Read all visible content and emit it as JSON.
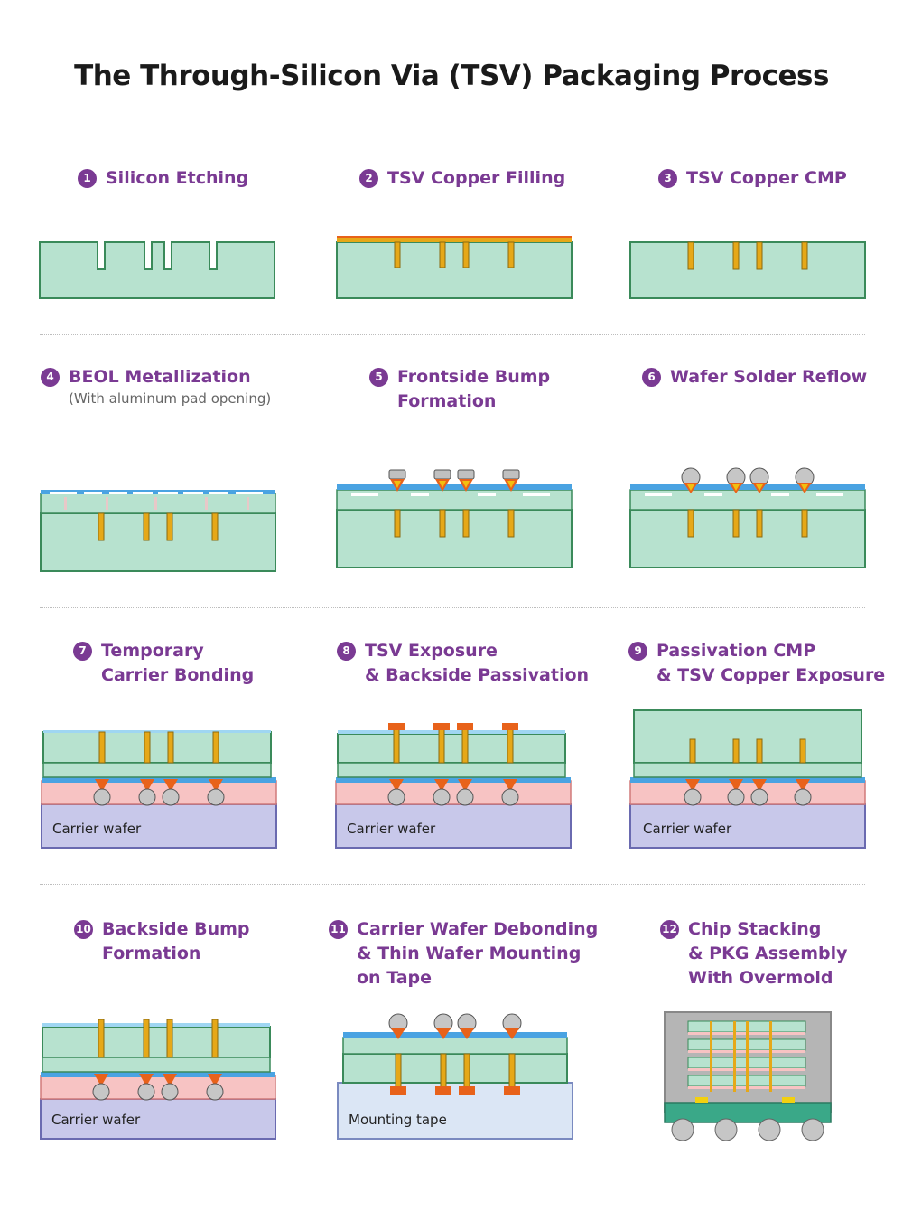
{
  "title": "The Through-Silicon Via (TSV) Packaging Process",
  "colors": {
    "accent": "#7a3a93",
    "silicon": "#b7e2cf",
    "copper": "#e6a818",
    "carrier": "#c8c8ea",
    "adhesive": "#f7c3c3",
    "passivation": "#4aa3e2"
  },
  "steps": [
    {
      "num": "1",
      "label": "Silicon Etching"
    },
    {
      "num": "2",
      "label": "TSV Copper Filling"
    },
    {
      "num": "3",
      "label": "TSV Copper CMP"
    },
    {
      "num": "4",
      "label": "BEOL Metallization",
      "sub": "(With aluminum pad opening)"
    },
    {
      "num": "5",
      "label": "Frontside Bump",
      "label2": "Formation"
    },
    {
      "num": "6",
      "label": "Wafer Solder Reflow"
    },
    {
      "num": "7",
      "label": "Temporary",
      "label2": "Carrier Bonding"
    },
    {
      "num": "8",
      "label": "TSV Exposure",
      "label2": "& Backside Passivation"
    },
    {
      "num": "9",
      "label": "Passivation CMP",
      "label2": "& TSV Copper Exposure"
    },
    {
      "num": "10",
      "label": "Backside Bump",
      "label2": "Formation"
    },
    {
      "num": "11",
      "label": "Carrier Wafer Debonding",
      "label2": "& Thin Wafer Mounting",
      "label3": "on Tape"
    },
    {
      "num": "12",
      "label": "Chip Stacking",
      "label2": "& PKG Assembly",
      "label3": "With Overmold"
    }
  ],
  "labels": {
    "carrier_wafer": "Carrier wafer",
    "mounting_tape": "Mounting tape"
  }
}
